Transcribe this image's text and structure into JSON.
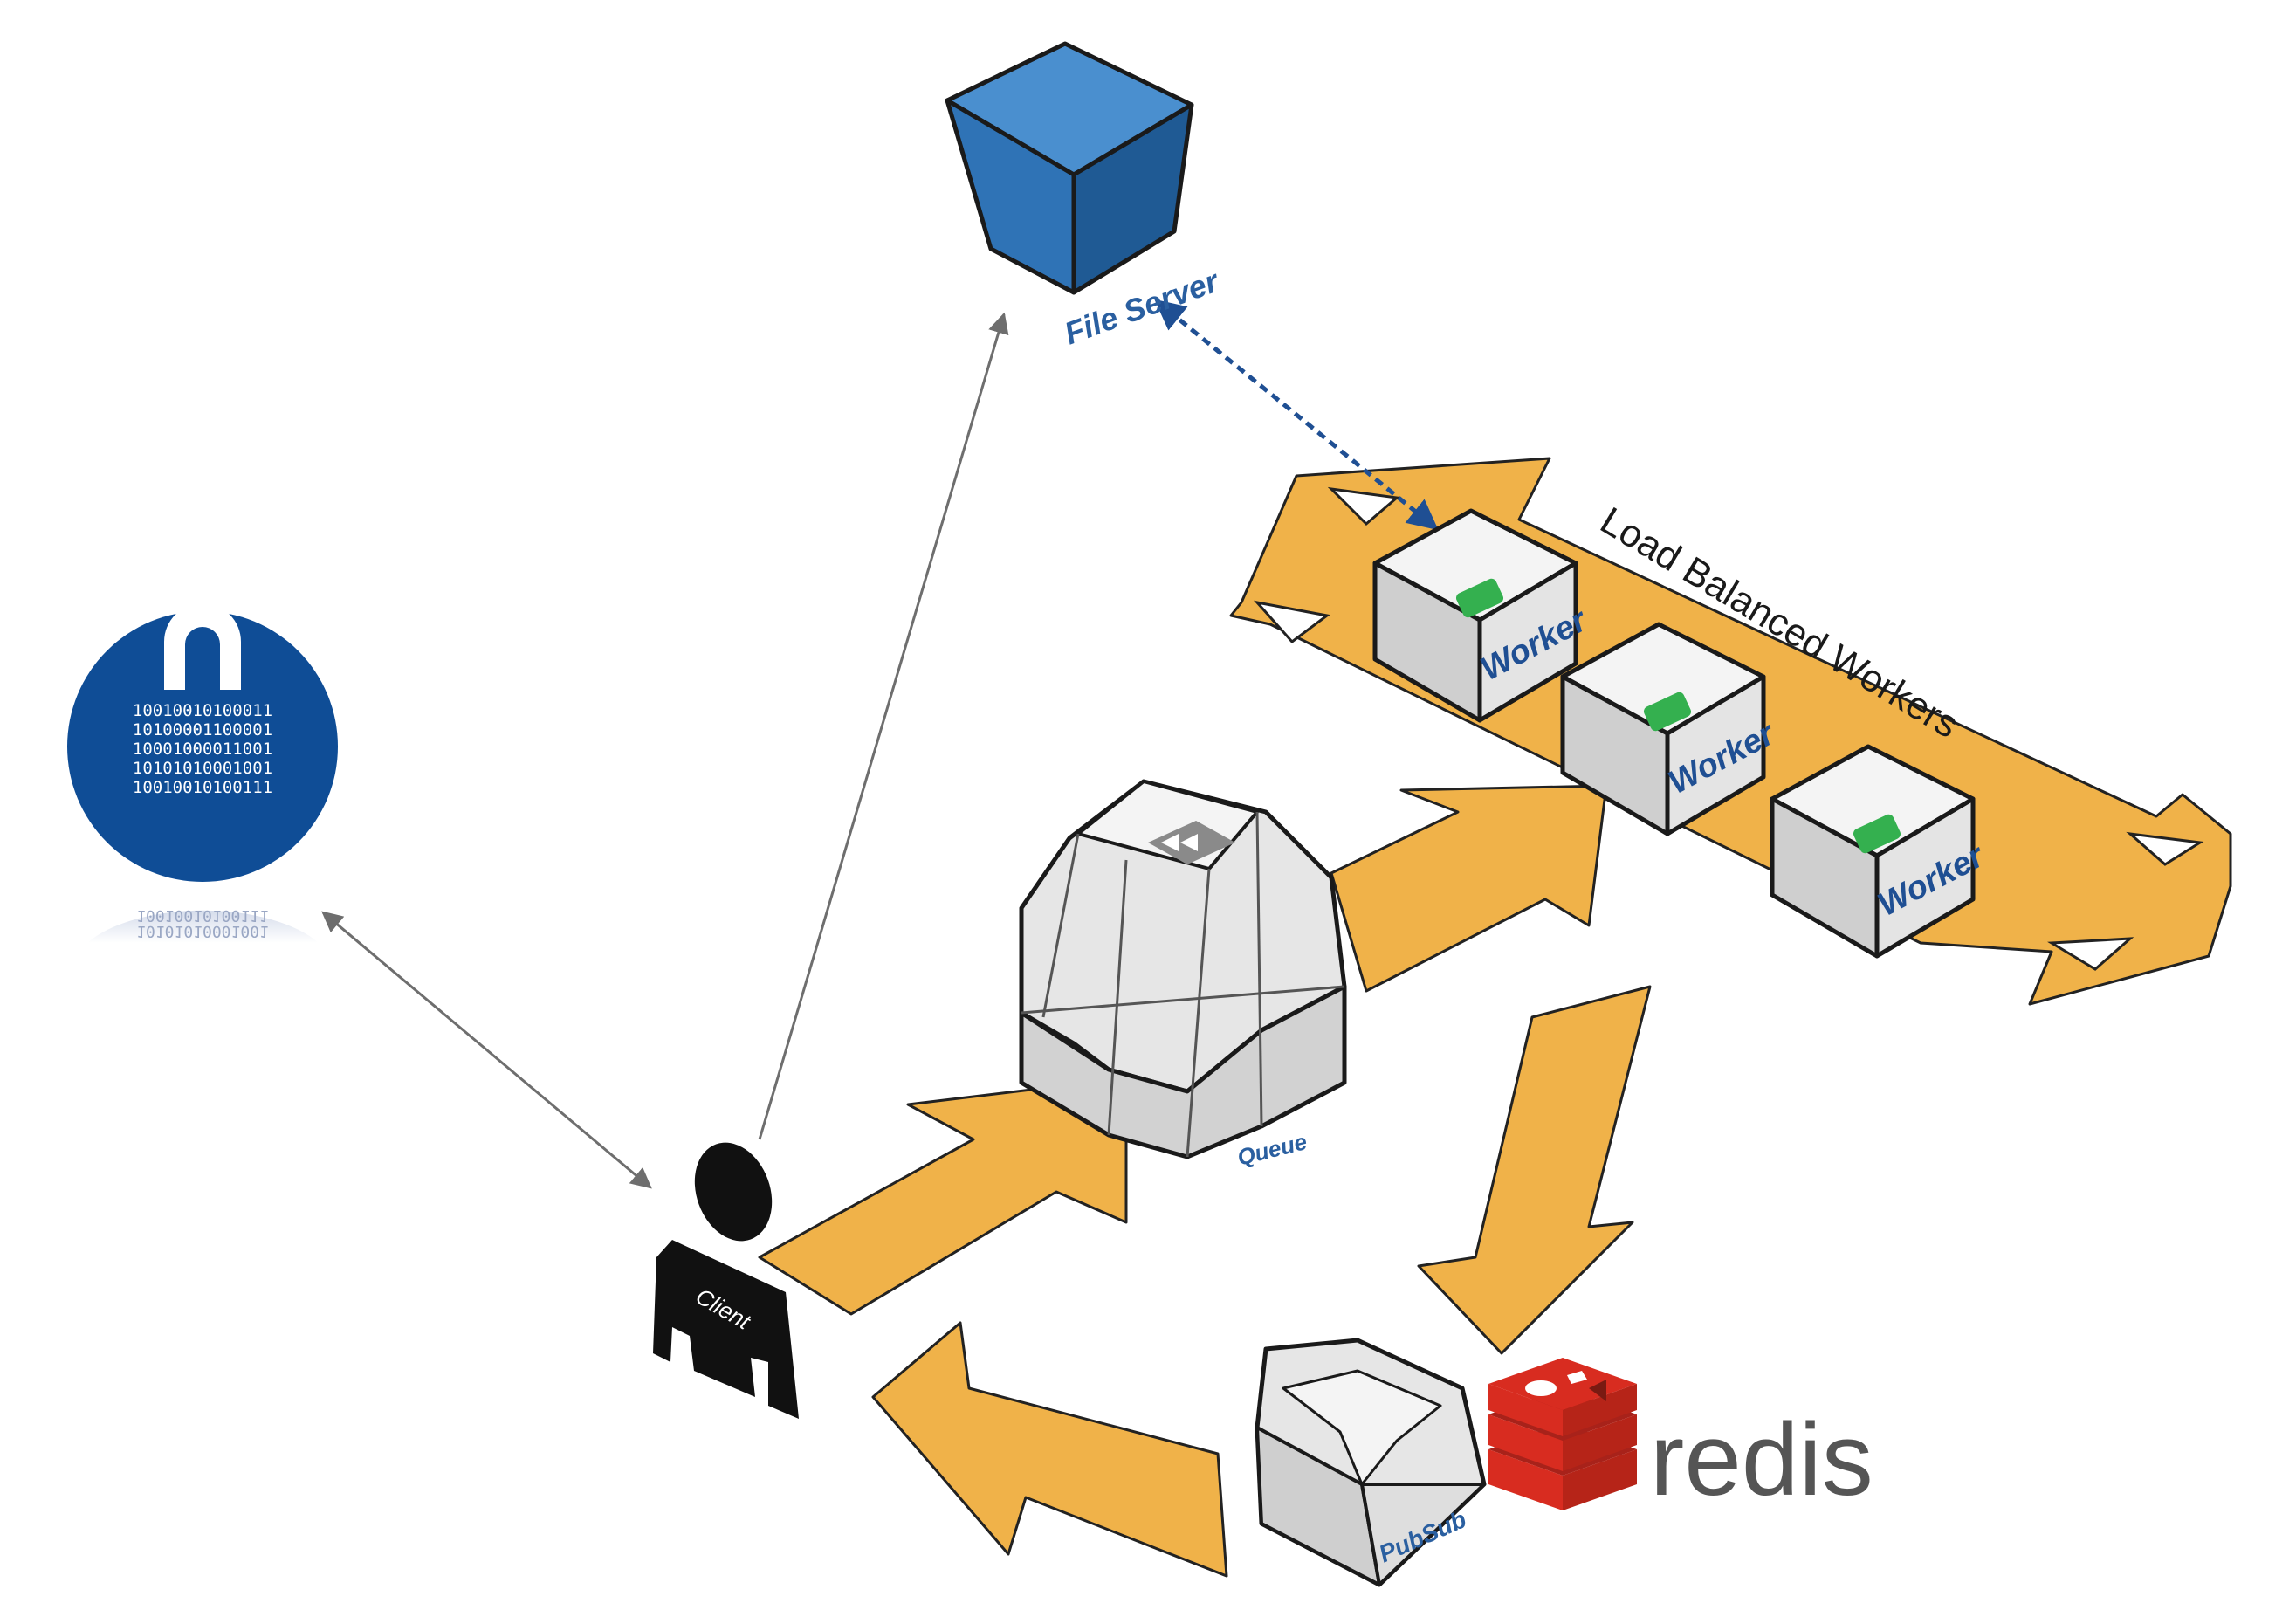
{
  "nodes": {
    "file_server": {
      "label": "File Server",
      "color": "#2f7bbf"
    },
    "queue": {
      "label": "Queue"
    },
    "client": {
      "label": "Client"
    },
    "pubsub": {
      "label": "PubSub"
    },
    "redis": {
      "wordmark": "redis",
      "color": "#d82c20"
    },
    "load_balancer": {
      "label": "Load Balanced Workers",
      "color": "#f0b249"
    },
    "workers": [
      {
        "label": "Worker",
        "status_color": "#34b04f"
      },
      {
        "label": "Worker",
        "status_color": "#34b04f"
      },
      {
        "label": "Worker",
        "status_color": "#34b04f"
      }
    ],
    "secure_storage": {
      "color": "#0f4d96",
      "binary_lines": [
        "10010010100011",
        "10100001100001",
        "10001000011001",
        "10101010001001",
        "10010010100111"
      ],
      "reflection_lines": [
        "10010010100111",
        "10101010001001"
      ]
    }
  },
  "connections": [
    {
      "from": "client",
      "to": "file_server",
      "style": "solid-gray"
    },
    {
      "from": "client",
      "to": "secure_storage",
      "style": "double-gray"
    },
    {
      "from": "file_server",
      "to": "worker",
      "style": "dotted-blue-double"
    },
    {
      "from": "client",
      "to": "queue",
      "style": "orange-flow"
    },
    {
      "from": "queue",
      "to": "load_balancer",
      "style": "orange-flow"
    },
    {
      "from": "load_balancer",
      "to": "pubsub",
      "style": "orange-flow"
    },
    {
      "from": "pubsub",
      "to": "client",
      "style": "orange-flow"
    }
  ]
}
